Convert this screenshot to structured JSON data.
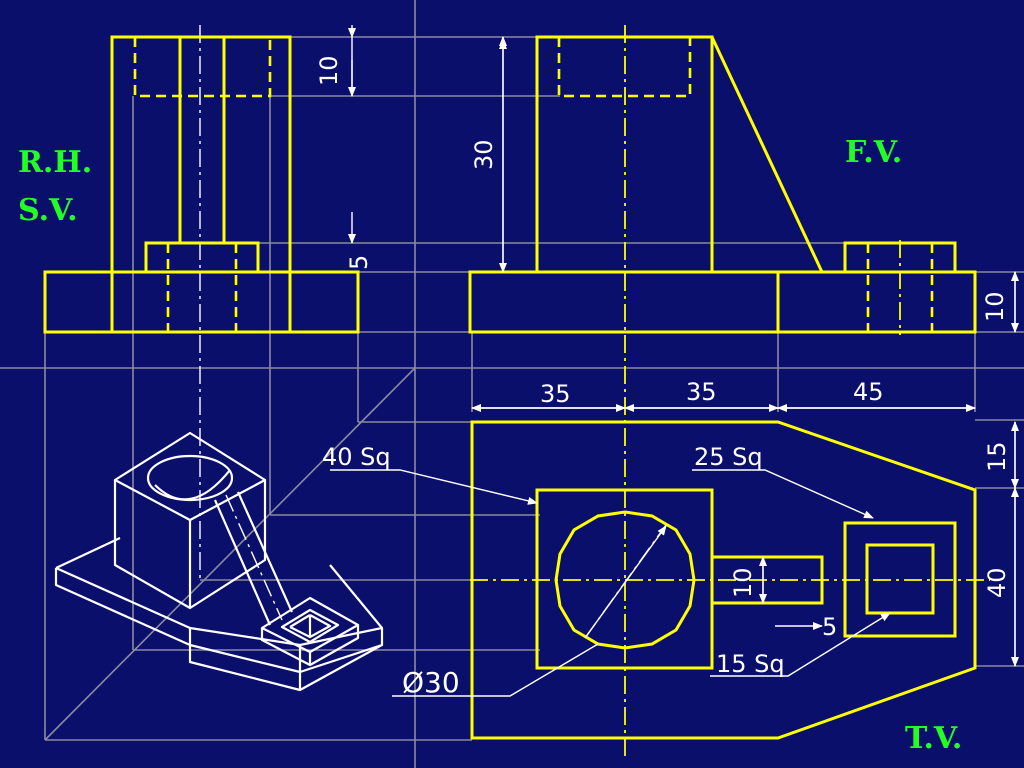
{
  "view_labels": {
    "rh_line1": "R.H.",
    "rh_line2": "S.V.",
    "front": "F.V.",
    "top": "T.V."
  },
  "dimensions": {
    "d10_top": "10",
    "d30": "30",
    "d5_step": "5",
    "d10_base": "10",
    "d35_left": "35",
    "d35_right": "35",
    "d45": "45",
    "d15": "15",
    "d40": "40",
    "d40sq": "40 Sq",
    "d25sq": "25 Sq",
    "d10_rib": "10",
    "d5_small": "5",
    "d15sq": "15 Sq",
    "d30dia": "Ø30"
  },
  "colors": {
    "background": "#0a0f6b",
    "object_lines": "#ffff00",
    "dimension_lines": "#ffffff",
    "projection_lines": "#8a8aa0",
    "view_labels": "#22ff22"
  }
}
